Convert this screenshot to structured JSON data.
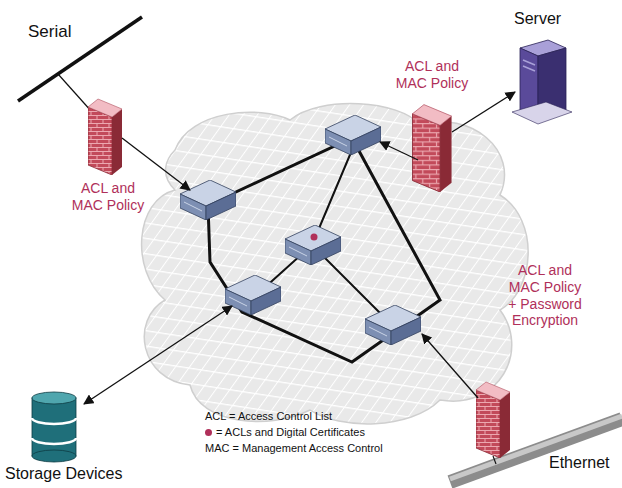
{
  "diagram": {
    "nodes": [
      {
        "text": [
          "Server"
        ]
      },
      {
        "text": [
          "Storage Devices"
        ]
      }
    ],
    "labels": [
      "Serial",
      "ACL and MAC Policy",
      "ACL and MAC Policy",
      "ACL and MAC Policy + Password Encryption",
      "Ethernet",
      "ACL = Access Control List",
      "MAC = Management Access Control"
    ],
    "legend": [
      {
        "text": "= ACLs and Digital Certificates",
        "color": "#b0305a"
      }
    ]
  }
}
